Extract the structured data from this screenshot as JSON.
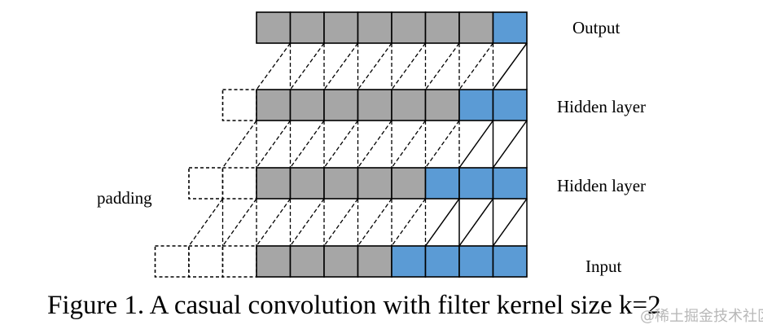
{
  "labels": {
    "output": "Output",
    "hidden1": "Hidden layer",
    "hidden2": "Hidden layer",
    "input": "Input",
    "padding": "padding"
  },
  "caption": "Figure 1. A casual convolution with filter kernel size k=2",
  "watermark": "@稀土掘金技术社区",
  "diagram": {
    "kernel_size": 2,
    "sequence_length": 8,
    "layers": [
      {
        "name": "output",
        "padding": 0,
        "highlighted": 1
      },
      {
        "name": "hidden-1",
        "padding": 1,
        "highlighted": 2
      },
      {
        "name": "hidden-2",
        "padding": 2,
        "highlighted": 3
      },
      {
        "name": "input",
        "padding": 3,
        "highlighted": 4
      }
    ],
    "colors": {
      "inactive": "#a6a6a6",
      "active": "#5b9bd5",
      "padding": "#ffffff",
      "border": "#000000"
    }
  }
}
